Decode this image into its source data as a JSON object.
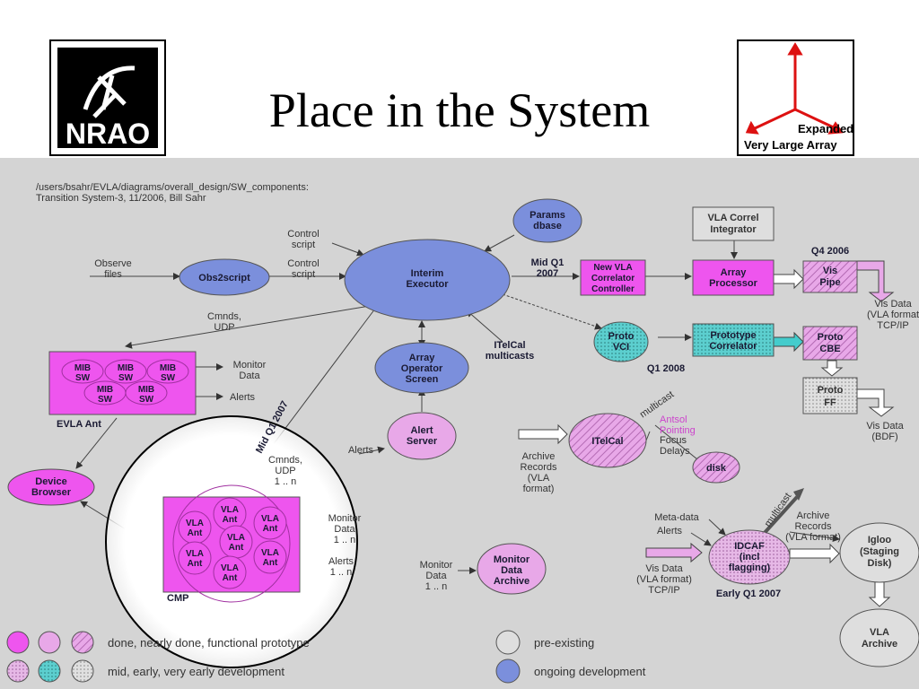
{
  "title": "Place in the System",
  "logos": {
    "nrao": "NRAO",
    "evla": {
      "line1": "Expanded",
      "line2": "Very Large Array"
    }
  },
  "colors": {
    "background": "#d4d4d4",
    "magenta": "#ee55ee",
    "light_magenta": "#e8a8e8",
    "cyan": "#44cccc",
    "blue": "#7b8fdc",
    "gray_fill": "#dedede",
    "label_dark": "#1a1a33"
  },
  "diagram": {
    "source_path": [
      "/users/bsahr/EVLA/diagrams/overall_design/SW_components:",
      "Transition System-3, 11/2006, Bill Sahr"
    ],
    "nodes": {
      "params_dbase": [
        "Params",
        "dbase"
      ],
      "interim_executor": [
        "Interim",
        "Executor"
      ],
      "obs2script": "Obs2script",
      "array_operator_screen": [
        "Array",
        "Operator",
        "Screen"
      ],
      "alert_server": [
        "Alert",
        "Server"
      ],
      "device_browser": [
        "Device",
        "Browser"
      ],
      "monitor_data_archive": [
        "Monitor",
        "Data",
        "Archive"
      ],
      "new_vla_correlator_controller": [
        "New VLA",
        "Correlator",
        "Controller"
      ],
      "array_processor": [
        "Array",
        "Processor"
      ],
      "vla_correl_integrator": [
        "VLA Correl",
        "Integrator"
      ],
      "vis_pipe": [
        "Vis",
        "Pipe"
      ],
      "proto_vci": [
        "Proto",
        "VCI"
      ],
      "prototype_correlator": [
        "Prototype",
        "Correlator"
      ],
      "proto_cbe": [
        "Proto",
        "CBE"
      ],
      "proto_ff": [
        "Proto",
        "FF"
      ],
      "itelcal": "ITelCal",
      "disk": "disk",
      "idcaf": [
        "IDCAF",
        "(incl",
        "flagging)"
      ],
      "igloo": [
        "Igloo",
        "(Staging",
        "Disk)"
      ],
      "vla_archive": [
        "VLA",
        "Archive"
      ],
      "evla_ant_label": "EVLA Ant",
      "cmp_label": "CMP",
      "mib_sw": [
        "MIB",
        "SW"
      ],
      "vla_ant": [
        "VLA",
        "Ant"
      ]
    },
    "labels": {
      "control_script_1": [
        "Control",
        "script"
      ],
      "control_script_2": [
        "Control",
        "script"
      ],
      "observe_files": [
        "Observe",
        "files"
      ],
      "mid_q1_2007": [
        "Mid Q1",
        "2007"
      ],
      "q4_2006": "Q4 2006",
      "q1_2008": "Q1 2008",
      "cmnds_udp_1": [
        "Cmnds,",
        "UDP"
      ],
      "cmnds_udp_2": [
        "Cmnds,",
        "UDP",
        "1 .. n"
      ],
      "mid_q1_2007_diag": "Mid Q1 2007",
      "itelcal_multicasts": [
        "ITelCal",
        "multicasts"
      ],
      "monitor_data_1": [
        "Monitor",
        "Data"
      ],
      "alerts_1": "Alerts",
      "alerts_2": "Alerts",
      "monitor_data_cmp": [
        "Monitor",
        "Data",
        "1 .. n"
      ],
      "alerts_cmp": [
        "Alerts",
        "1 .. n"
      ],
      "monitor_data_bottom": [
        "Monitor",
        "Data",
        "1 .. n"
      ],
      "vis_data_vla": [
        "Vis Data",
        "(VLA format",
        "TCP/IP"
      ],
      "vis_data_bdf": [
        "Vis Data",
        "(BDF)"
      ],
      "multicast_1": "multicast",
      "multicast_2": "multicast",
      "antsol_pointing": [
        "Antsol",
        "Pointing"
      ],
      "focus_delays": [
        "Focus",
        "Delays"
      ],
      "archive_records_left": [
        "Archive",
        "Records",
        "(VLA",
        "format)"
      ],
      "meta_data": "Meta-data",
      "alerts_3": "Alerts",
      "archive_records_right": [
        "Archive",
        "Records",
        "(VLA format)"
      ],
      "vis_data_vla_2": [
        "Vis Data",
        "(VLA format)",
        "TCP/IP"
      ],
      "early_q1_2007": "Early Q1 2007"
    },
    "legend": {
      "row1": "done, nearly done, functional prototype",
      "row2": "mid, early, very early development",
      "pre_existing": "pre-existing",
      "ongoing": "ongoing development"
    }
  }
}
